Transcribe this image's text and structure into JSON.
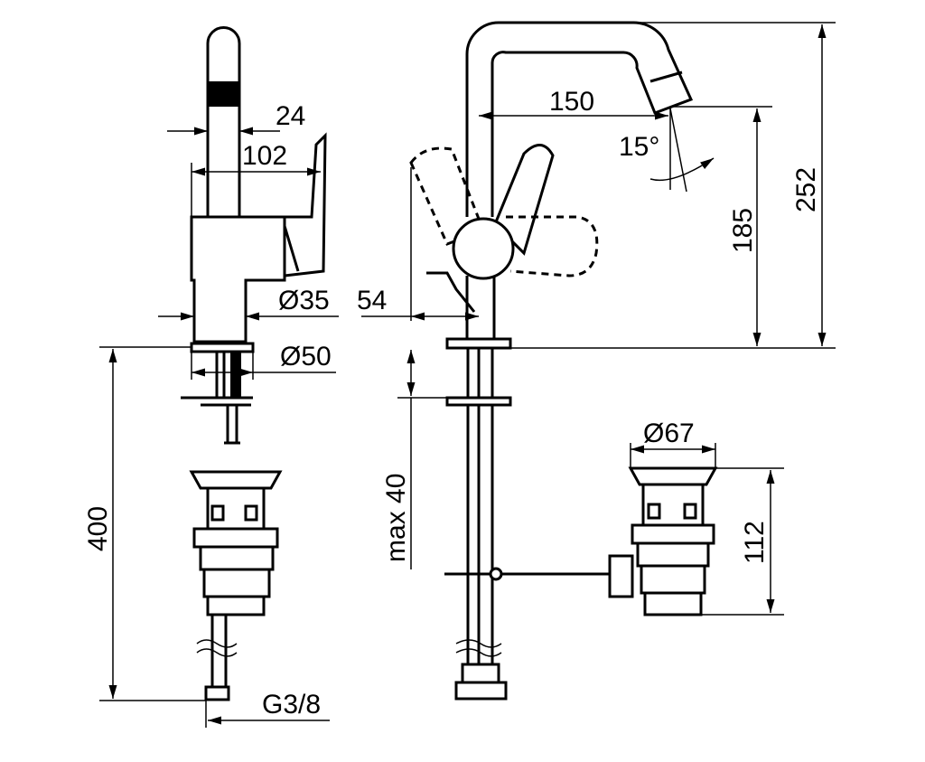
{
  "dimensions": {
    "spout_width": "24",
    "projection_side": "102",
    "column_diameter": "Ø35",
    "lever_offset": "54",
    "base_diameter": "Ø50",
    "supply_length": "400",
    "thread": "G3/8",
    "spout_reach": "150",
    "swivel_angle": "15°",
    "outlet_height": "185",
    "total_height": "252",
    "max_deck_thickness": "max 40",
    "waste_diameter": "Ø67",
    "waste_height": "112"
  }
}
